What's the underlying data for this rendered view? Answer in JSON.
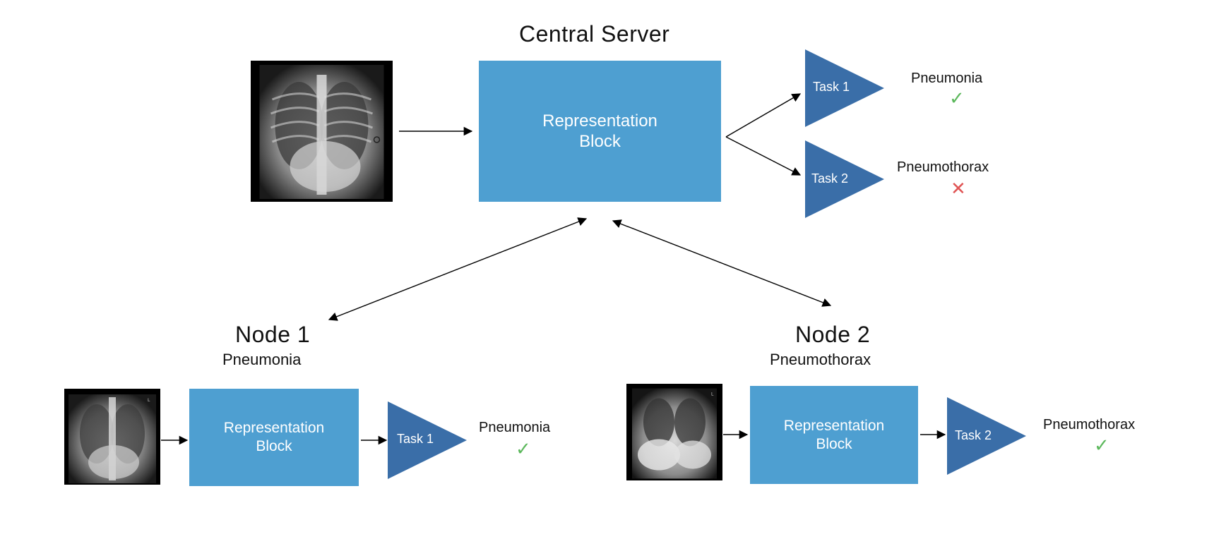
{
  "central": {
    "title": "Central Server",
    "block_label": "Representation\nBlock",
    "tasks": [
      {
        "label": "Task 1",
        "outcome": "Pneumonia",
        "result": "correct",
        "mark": "✓"
      },
      {
        "label": "Task 2",
        "outcome": "Pneumothorax",
        "result": "incorrect",
        "mark": "✕"
      }
    ]
  },
  "nodes": [
    {
      "title": "Node 1",
      "subtitle": "Pneumonia",
      "block_label": "Representation\nBlock",
      "task_label": "Task 1",
      "outcome": "Pneumonia",
      "result": "correct",
      "mark": "✓"
    },
    {
      "title": "Node 2",
      "subtitle": "Pneumothorax",
      "block_label": "Representation\nBlock",
      "task_label": "Task 2",
      "outcome": "Pneumothorax",
      "result": "correct",
      "mark": "✓"
    }
  ],
  "colors": {
    "block": "#4e9fd1",
    "task": "#3a6ea8",
    "check": "#5cb85c",
    "cross": "#e05555"
  }
}
